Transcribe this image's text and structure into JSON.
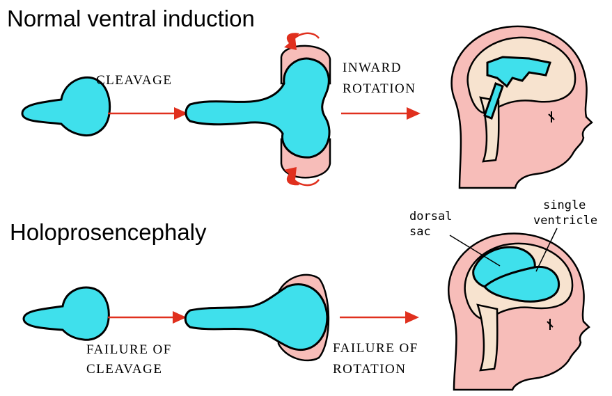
{
  "sections": {
    "normal": {
      "title": "Normal ventral induction",
      "step1_label": "CLEAVAGE",
      "step2_label_line1": "INWARD",
      "step2_label_line2": "ROTATION"
    },
    "holo": {
      "title": "Holoprosencephaly",
      "step1_label_line1": "FAILURE OF",
      "step1_label_line2": "CLEAVAGE",
      "step2_label_line1": "FAILURE OF",
      "step2_label_line2": "ROTATION",
      "annotation_dorsal_line1": "dorsal",
      "annotation_dorsal_line2": "sac",
      "annotation_ventricle_line1": "single",
      "annotation_ventricle_line2": "ventricle"
    }
  },
  "colors": {
    "neural_tube": "#3fe0ec",
    "skin": "#f7bdb9",
    "brain": "#f7e3cf",
    "arrow": "#e0301e"
  }
}
